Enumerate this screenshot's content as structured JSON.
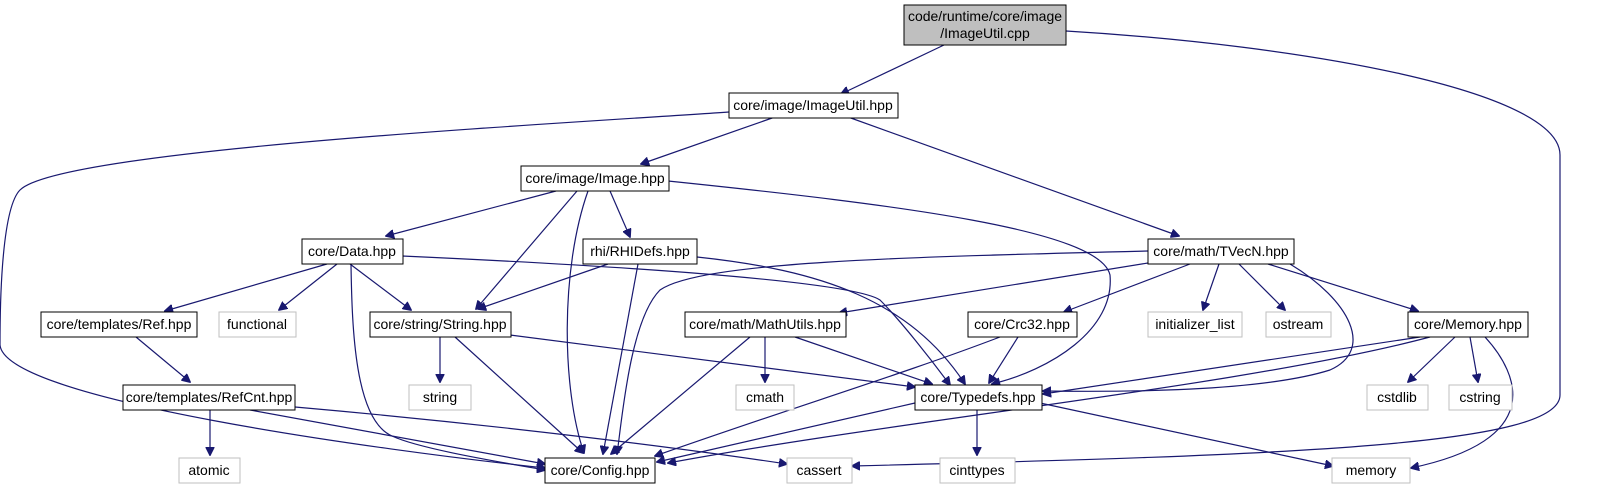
{
  "diagram": {
    "colors": {
      "edge": "#191970",
      "root_fill": "#bfbfbf",
      "node_border": "#000000",
      "system_border": "#bfbfbf",
      "background": "#ffffff"
    },
    "nodes": {
      "root": {
        "line1": "code/runtime/core/image",
        "line2": "/ImageUtil.cpp"
      },
      "imageutil_hpp": "core/image/ImageUtil.hpp",
      "image_hpp": "core/image/Image.hpp",
      "data_hpp": "core/Data.hpp",
      "rhidefs_hpp": "rhi/RHIDefs.hpp",
      "tvecn_hpp": "core/math/TVecN.hpp",
      "ref_hpp": "core/templates/Ref.hpp",
      "functional": "functional",
      "string_hpp": "core/string/String.hpp",
      "mathutils_hpp": "core/math/MathUtils.hpp",
      "crc32_hpp": "core/Crc32.hpp",
      "initializer_list": "initializer_list",
      "ostream": "ostream",
      "memory_hpp": "core/Memory.hpp",
      "refcnt_hpp": "core/templates/RefCnt.hpp",
      "string": "string",
      "cmath": "cmath",
      "typedefs_hpp": "core/Typedefs.hpp",
      "cstdlib": "cstdlib",
      "cstring": "cstring",
      "atomic": "atomic",
      "config_hpp": "core/Config.hpp",
      "cassert": "cassert",
      "cinttypes": "cinttypes",
      "memory": "memory"
    }
  }
}
